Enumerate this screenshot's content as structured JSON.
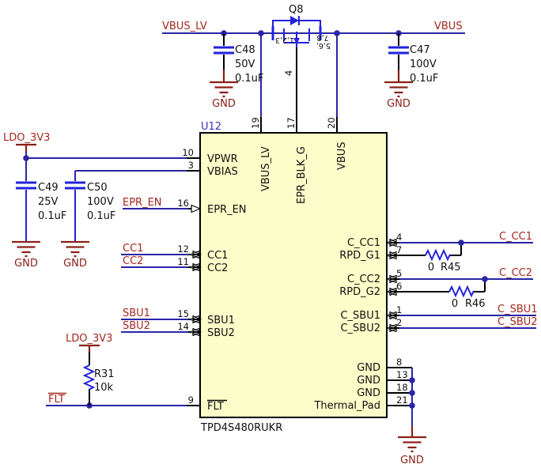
{
  "colors": {
    "wire": "#2826A6",
    "symbol_blue": "#2222DD",
    "net_label_red": "#A3281E",
    "ground_maroon": "#8B2018",
    "ic_fill": "#FDFDC9",
    "designator_blue": "#3A35B8"
  },
  "q8": {
    "designator": "Q8",
    "pins_left": "1,2,3",
    "pins_right_top": "7,8",
    "pins_right_bottom": "5,6,",
    "pin_gate": "4"
  },
  "capacitors": {
    "c48": {
      "designator": "C48",
      "voltage": "50V",
      "value": "0.1uF"
    },
    "c47": {
      "designator": "C47",
      "voltage": "100V",
      "value": "0.1uF"
    },
    "c49": {
      "designator": "C49",
      "voltage": "25V",
      "value": "0.1uF"
    },
    "c50": {
      "designator": "C50",
      "voltage": "100V",
      "value": "0.1uF"
    }
  },
  "resistors": {
    "r31": {
      "designator": "R31",
      "value": "10k"
    },
    "r45": {
      "designator": "R45",
      "value": "0"
    },
    "r46": {
      "designator": "R46",
      "value": "0"
    }
  },
  "u12": {
    "designator": "U12",
    "part_number": "TPD4S480RUKR",
    "left_pins": [
      {
        "num": "10",
        "name": "VPWR"
      },
      {
        "num": "3",
        "name": "VBIAS"
      },
      {
        "num": "16",
        "name": "EPR_EN"
      },
      {
        "num": "12",
        "name": "CC1"
      },
      {
        "num": "11",
        "name": "CC2"
      },
      {
        "num": "15",
        "name": "SBU1"
      },
      {
        "num": "14",
        "name": "SBU2"
      },
      {
        "num": "9",
        "name": "FLT"
      }
    ],
    "top_pins": [
      {
        "num": "19",
        "name": "VBUS_LV"
      },
      {
        "num": "17",
        "name": "EPR_BLK_G"
      },
      {
        "num": "20",
        "name": "VBUS"
      }
    ],
    "right_pins": [
      {
        "num": "4",
        "name": "C_CC1"
      },
      {
        "num": "7",
        "name": "RPD_G1"
      },
      {
        "num": "5",
        "name": "C_CC2"
      },
      {
        "num": "6",
        "name": "RPD_G2"
      },
      {
        "num": "1",
        "name": "C_SBU1"
      },
      {
        "num": "2",
        "name": "C_SBU2"
      },
      {
        "num": "8",
        "name": "GND"
      },
      {
        "num": "13",
        "name": "GND"
      },
      {
        "num": "18",
        "name": "GND"
      },
      {
        "num": "21",
        "name": "Thermal_Pad"
      }
    ]
  },
  "net_labels": {
    "vbus_lv": "VBUS_LV",
    "vbus": "VBUS",
    "ldo_3v3_top": "LDO_3V3",
    "ldo_3v3_bottom": "LDO_3V3",
    "epr_en": "EPR_EN",
    "cc1": "CC1",
    "cc2": "CC2",
    "sbu1": "SBU1",
    "sbu2": "SBU2",
    "flt": "FLT",
    "c_cc1": "C_CC1",
    "c_cc2": "C_CC2",
    "c_sbu1": "C_SBU1",
    "c_sbu2": "C_SBU2"
  },
  "gnd": "GND"
}
